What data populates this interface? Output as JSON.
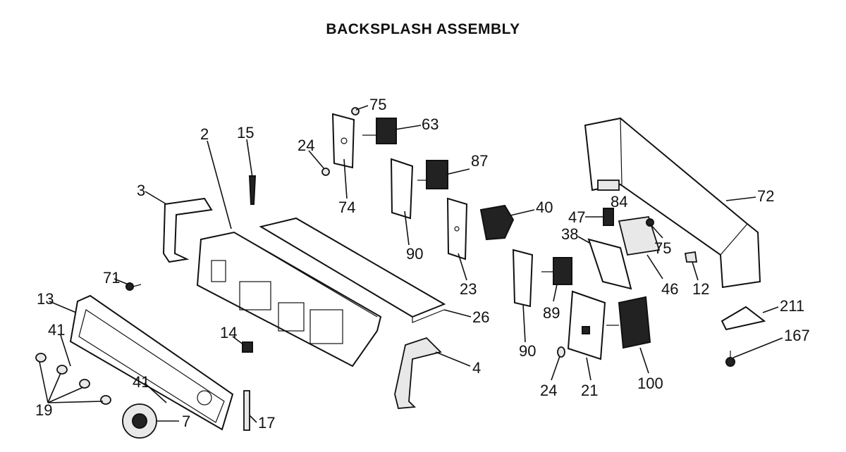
{
  "diagram": {
    "title": "BACKSPLASH ASSEMBLY",
    "callouts": [
      {
        "id": "75a",
        "label": "75"
      },
      {
        "id": "63",
        "label": "63"
      },
      {
        "id": "15",
        "label": "15"
      },
      {
        "id": "2",
        "label": "2"
      },
      {
        "id": "24a",
        "label": "24"
      },
      {
        "id": "87",
        "label": "87"
      },
      {
        "id": "3",
        "label": "3"
      },
      {
        "id": "74",
        "label": "74"
      },
      {
        "id": "40",
        "label": "40"
      },
      {
        "id": "84",
        "label": "84"
      },
      {
        "id": "72",
        "label": "72"
      },
      {
        "id": "47",
        "label": "47"
      },
      {
        "id": "75b",
        "label": "75"
      },
      {
        "id": "90a",
        "label": "90"
      },
      {
        "id": "38",
        "label": "38"
      },
      {
        "id": "71",
        "label": "71"
      },
      {
        "id": "23",
        "label": "23"
      },
      {
        "id": "46",
        "label": "46"
      },
      {
        "id": "12",
        "label": "12"
      },
      {
        "id": "13",
        "label": "13"
      },
      {
        "id": "26",
        "label": "26"
      },
      {
        "id": "89",
        "label": "89"
      },
      {
        "id": "211",
        "label": "211"
      },
      {
        "id": "41a",
        "label": "41"
      },
      {
        "id": "14",
        "label": "14"
      },
      {
        "id": "90b",
        "label": "90"
      },
      {
        "id": "167",
        "label": "167"
      },
      {
        "id": "4",
        "label": "4"
      },
      {
        "id": "100",
        "label": "100"
      },
      {
        "id": "24b",
        "label": "24"
      },
      {
        "id": "21",
        "label": "21"
      },
      {
        "id": "41b",
        "label": "41"
      },
      {
        "id": "19",
        "label": "19"
      },
      {
        "id": "7",
        "label": "7"
      },
      {
        "id": "17",
        "label": "17"
      }
    ]
  }
}
